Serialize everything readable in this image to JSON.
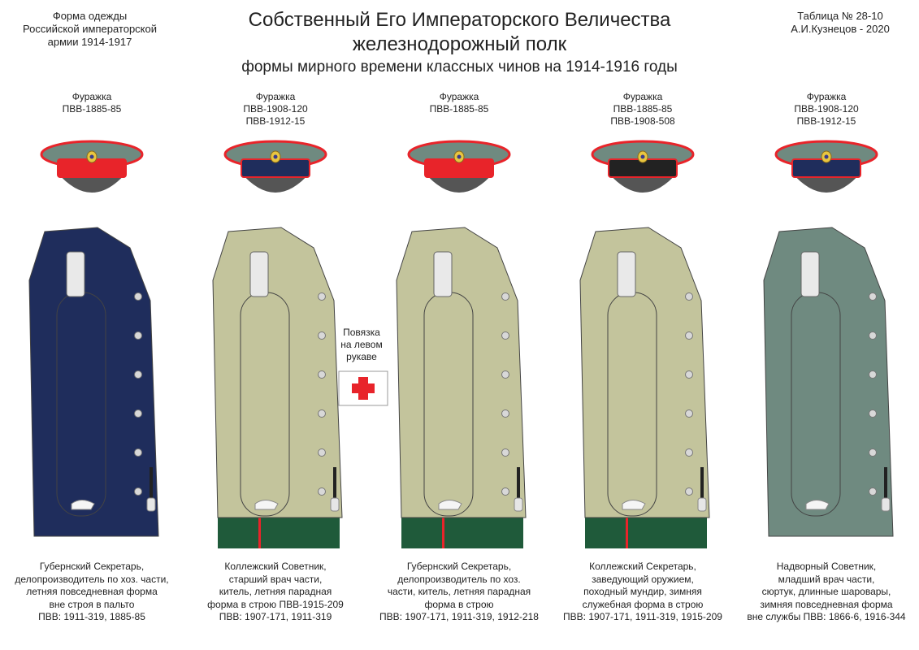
{
  "header": {
    "left_lines": [
      "Форма одежды",
      "Российской императорской",
      "армии  1914-1917"
    ],
    "title_lines": [
      "Собственный Его Императорского Величества",
      "железнодорожный полк"
    ],
    "subtitle": "формы мирного времени классных чинов на 1914-1916 годы",
    "right_lines": [
      "Таблица № 28-10",
      "А.И.Кузнецов - 2020"
    ]
  },
  "armband": {
    "note_lines": [
      "Повязка",
      "на левом",
      "рукаве"
    ],
    "icon": "red-cross-icon"
  },
  "figures": [
    {
      "cap_lines": [
        "Фуражка",
        "ПВВ-1885-85"
      ],
      "desc_lines": [
        "Губернский Секретарь,",
        "делопроизводитель по хоз. части,",
        "летняя повседневная форма",
        "вне строя в пальто",
        "ПВВ: 1911-319, 1885-85"
      ],
      "band_color": "#e8242a",
      "garment_color": "#1f2d5c"
    },
    {
      "cap_lines": [
        "Фуражка",
        "ПВВ-1908-120",
        "ПВВ-1912-15"
      ],
      "desc_lines": [
        "Коллежский Советник,",
        "старший врач части,",
        "китель, летняя парадная",
        "форма в строю ПВВ-1915-209",
        "ПВВ: 1907-171, 1911-319"
      ],
      "band_color": "#1f2d5c",
      "garment_color": "#c3c49c"
    },
    {
      "cap_lines": [
        "Фуражка",
        "ПВВ-1885-85"
      ],
      "desc_lines": [
        "Губернский Секретарь,",
        "делопроизводитель по хоз.",
        "части, китель, летняя парадная",
        "форма в строю",
        "ПВВ: 1907-171, 1911-319, 1912-218"
      ],
      "band_color": "#e8242a",
      "garment_color": "#c3c49c"
    },
    {
      "cap_lines": [
        "Фуражка",
        "ПВВ-1885-85",
        "ПВВ-1908-508"
      ],
      "desc_lines": [
        "Коллежский Секретарь,",
        "заведующий оружием,",
        "походный мундир, зимняя",
        "служебная форма в строю",
        "ПВВ: 1907-171, 1911-319, 1915-209"
      ],
      "band_color": "#222222",
      "garment_color": "#c3c49c"
    },
    {
      "cap_lines": [
        "Фуражка",
        "ПВВ-1908-120",
        "ПВВ-1912-15"
      ],
      "desc_lines": [
        "Надворный Советник,",
        "младший врач части,",
        "сюртук, длинные шаровары,",
        "зимняя повседневная форма",
        "вне службы ПВВ: 1866-6, 1916-344"
      ],
      "band_color": "#1f2d5c",
      "garment_color": "#6f8a80"
    }
  ],
  "colors": {
    "cap_crown": "#6f8a80",
    "piping": "#e8242a",
    "visor": "#555555",
    "trousers": "#1f5a3a",
    "cross": "#e8242a"
  }
}
